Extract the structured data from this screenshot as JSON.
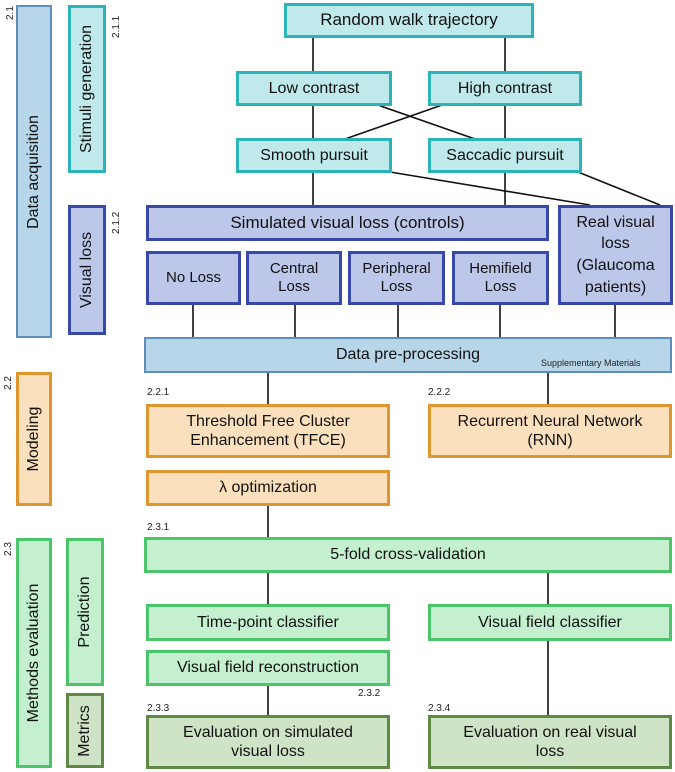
{
  "sections": {
    "data_acquisition": "Data acquisition",
    "stimuli_generation": "Stimuli generation",
    "visual_loss": "Visual loss",
    "modeling": "Modeling",
    "methods_evaluation": "Methods evaluation",
    "prediction": "Prediction",
    "metrics": "Metrics"
  },
  "numbers": {
    "n_2_1": "2.1",
    "n_2_1_1": "2.1.1",
    "n_2_1_2": "2.1.2",
    "n_2_2": "2.2",
    "n_2_2_1": "2.2.1",
    "n_2_2_2": "2.2.2",
    "n_2_3": "2.3",
    "n_2_3_1": "2.3.1",
    "n_2_3_2": "2.3.2",
    "n_2_3_3": "2.3.3",
    "n_2_3_4": "2.3.4"
  },
  "nodes": {
    "random_walk": "Random walk trajectory",
    "low_contrast": "Low contrast",
    "high_contrast": "High contrast",
    "smooth_pursuit": "Smooth pursuit",
    "saccadic_pursuit": "Saccadic pursuit",
    "simulated_loss": "Simulated visual loss (controls)",
    "real_loss": "Real visual loss (Glaucoma patients)",
    "no_loss": "No Loss",
    "central_loss": "Central Loss",
    "peripheral_loss": "Peripheral Loss",
    "hemifield_loss": "Hemifield Loss",
    "preprocessing": "Data pre-processing",
    "supplementary": "Supplementary Materials",
    "tfce": "Threshold Free Cluster Enhancement (TFCE)",
    "rnn": "Recurrent Neural Network (RNN)",
    "lambda_opt": "λ optimization",
    "cross_validation": "5-fold cross-validation",
    "timepoint_classifier": "Time-point classifier",
    "visual_field_classifier": "Visual field classifier",
    "visual_field_reconstruction": "Visual field reconstruction",
    "eval_simulated": "Evaluation on simulated visual loss",
    "eval_real": "Evaluation on real visual loss"
  },
  "colors": {
    "teal": "#2bb3b8",
    "blue": "#3848a8",
    "orange": "#e0962e",
    "green": "#4cc46a",
    "dark_green": "#5e8a45"
  }
}
